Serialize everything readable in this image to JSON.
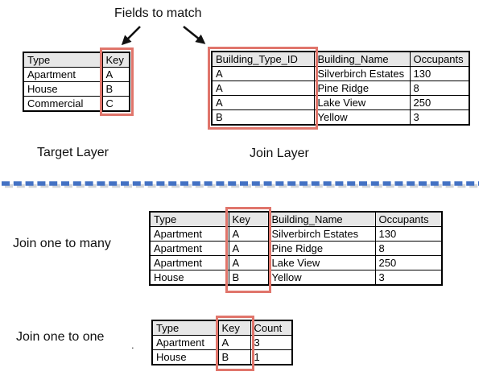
{
  "annotation": {
    "fields_to_match": "Fields to match",
    "stray_mark": "."
  },
  "labels": {
    "target_layer": "Target Layer",
    "join_layer": "Join Layer",
    "join_one_to_many": "Join one to many",
    "join_one_to_one": "Join one to one"
  },
  "colors": {
    "highlight_red": "#E0756B",
    "table_header_gray": "#E7E7E7",
    "divider_blue": "#4472C4",
    "arrow_black": "#111111"
  },
  "tables": {
    "target": {
      "headers": [
        "Type",
        "Key"
      ],
      "rows": [
        [
          "Apartment",
          "A"
        ],
        [
          "House",
          "B"
        ],
        [
          "Commercial",
          "C"
        ]
      ],
      "highlight_column": "Key"
    },
    "join": {
      "headers": [
        "Building_Type_ID",
        "Building_Name",
        "Occupants"
      ],
      "rows": [
        [
          "A",
          "Silverbirch Estates",
          "130"
        ],
        [
          "A",
          "Pine Ridge",
          "8"
        ],
        [
          "A",
          "Lake View",
          "250"
        ],
        [
          "B",
          "Yellow",
          "3"
        ]
      ],
      "highlight_column": "Building_Type_ID"
    },
    "one_to_many": {
      "headers": [
        "Type",
        "Key",
        "Building_Name",
        "Occupants"
      ],
      "rows": [
        [
          "Apartment",
          "A",
          "Silverbirch Estates",
          "130"
        ],
        [
          "Apartment",
          "A",
          "Pine Ridge",
          "8"
        ],
        [
          "Apartment",
          "A",
          "Lake View",
          "250"
        ],
        [
          "House",
          "B",
          "Yellow",
          "3"
        ]
      ],
      "highlight_column": "Key"
    },
    "one_to_one": {
      "headers": [
        "Type",
        "Key",
        "Count"
      ],
      "rows": [
        [
          "Apartment",
          "A",
          "3"
        ],
        [
          "House",
          "B",
          "1"
        ]
      ],
      "highlight_column": "Key"
    }
  }
}
